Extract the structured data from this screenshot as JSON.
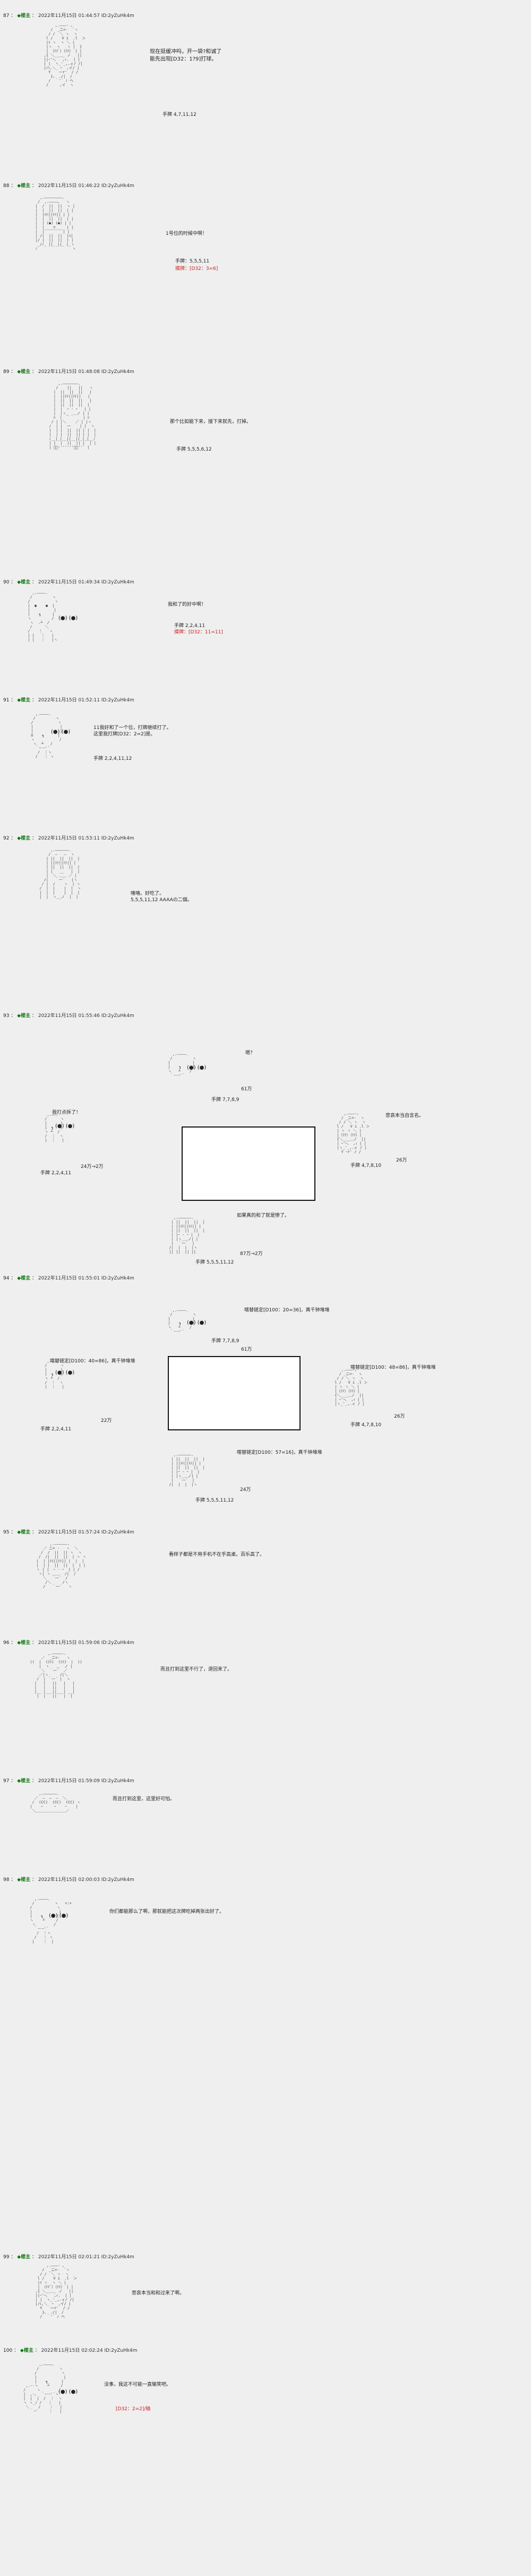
{
  "posts": [
    {
      "num": "87",
      "name": "◆楼主",
      "meta": "2022年11月15日 01:44:57 ID:2yZuHk4m",
      "lines": [
        "现在挺缓冲吗，开一袋?和诚了",
        "能先出现[D32：1?9]打球。"
      ],
      "hand_label": "手牌 4,7,11,12"
    },
    {
      "num": "88",
      "name": "◆楼主",
      "meta": "2022年11月15日 01:46:22 ID:2yZuHk4m",
      "lines": [
        "1号位的时候中啊！"
      ],
      "hand_label": "手牌：5,5,5,11",
      "hand_extra": "摸牌：[D32：3=6]"
    },
    {
      "num": "89",
      "name": "◆楼主",
      "meta": "2022年11月15日 01:48:08 ID:2yZuHk4m",
      "lines": [
        "那个比如能下来，接下来就先，打掉。"
      ],
      "hand_label": "手牌 5,5,5,6,12"
    },
    {
      "num": "90",
      "name": "◆楼主",
      "meta": "2022年11月15日 01:49:34 ID:2yZuHk4m",
      "lines": [
        "我和了的好中啊！"
      ],
      "hand_label": "手牌 2,2,4,11",
      "hand_extra": "摸牌：[D32：11=11]"
    },
    {
      "num": "91",
      "name": "◆楼主",
      "meta": "2022年11月15日 01:52:11 ID:2yZuHk4m",
      "lines": [
        "11我好和了一个位，打牌继续打了。",
        "这里我打牌[D32：2=2]是。"
      ],
      "hand_label": "手牌 2,2,4,11,12"
    },
    {
      "num": "92",
      "name": "◆楼主",
      "meta": "2022年11月15日 01:53:11 ID:2yZuHk4m",
      "lines": [
        "嘻嘻。好吃了。",
        "5,5,5,11,12 AAAAの二個。"
      ]
    },
    {
      "num": "93",
      "name": "◆楼主",
      "meta": "2022年11月15日 01:55:46 ID:2yZuHk4m",
      "q": "嗯？",
      "q_amount": "61万",
      "q_hand": "手牌 7,7,8,9",
      "left_line": "我打点拆了！",
      "left_amount": "24万→2万",
      "left_hand": "手牌 2,2,4,11",
      "right_line": "悲哀本当自言名。",
      "right_amount": "26万",
      "right_hand": "手牌 4,7,8,10",
      "bottom_line": "如果真的和了就是惨了。",
      "bottom_amount": "87万→2万",
      "bottom_hand": "手牌 5,5,5,11,12"
    },
    {
      "num": "94",
      "name": "◆楼主",
      "meta": "2022年11月15日 01:55:01 ID:2yZuHk4m",
      "q_line": "喀替链定[D100：20=36]，真千钟堆堆",
      "q_amount": "61万",
      "q_hand": "手牌 7,7,8,9",
      "left_line": "喀替链定[D100：40=86]，真千钟堆堆",
      "left_amount": "22万",
      "left_hand": "手牌 2,2,4,11",
      "right_line": "喀替链定[D100：48=86]，真千钟堆堆",
      "right_amount": "26万",
      "right_hand": "手牌 4,7,8,10",
      "bottom_line": "喀替链定[D100：57=16]，真千钟堆堆",
      "bottom_amount": "24万",
      "bottom_hand": "手牌 5,5,5,11,12"
    },
    {
      "num": "95",
      "name": "◆楼主",
      "meta": "2022年11月15日 01:57:24 ID:2yZuHk4m",
      "lines": [
        "看样子都是不用手机不在乎高桌。百乐高了。"
      ]
    },
    {
      "num": "96",
      "name": "◆楼主",
      "meta": "2022年11月15日 01:59:06 ID:2yZuHk4m",
      "lines": [
        "而且打到这里不行了，退回来了。"
      ]
    },
    {
      "num": "97",
      "name": "◆楼主",
      "meta": "2022年11月15日 01:59:09 ID:2yZuHk4m",
      "lines": [
        "而且打到这里，这里好可怕。"
      ]
    },
    {
      "num": "98",
      "name": "◆楼主",
      "meta": "2022年11月15日 02:00:03 ID:2yZuHk4m",
      "lines": [
        "你们都能那么了啊，那就能把这次牌吃掉两张出好了。"
      ]
    },
    {
      "num": "99",
      "name": "◆楼主",
      "meta": "2022年11月15日 02:01:21 ID:2yZuHk4m",
      "lines": [
        "悲哀本当和和过来了啊。"
      ]
    },
    {
      "num": "100",
      "name": "◆楼主",
      "meta": "2022年11月15日 02:02:24 ID:2yZuHk4m",
      "lines": [
        "没事，我这不可能一直输笑吧。",
        "[D32：2=2]/输"
      ]
    }
  ]
}
